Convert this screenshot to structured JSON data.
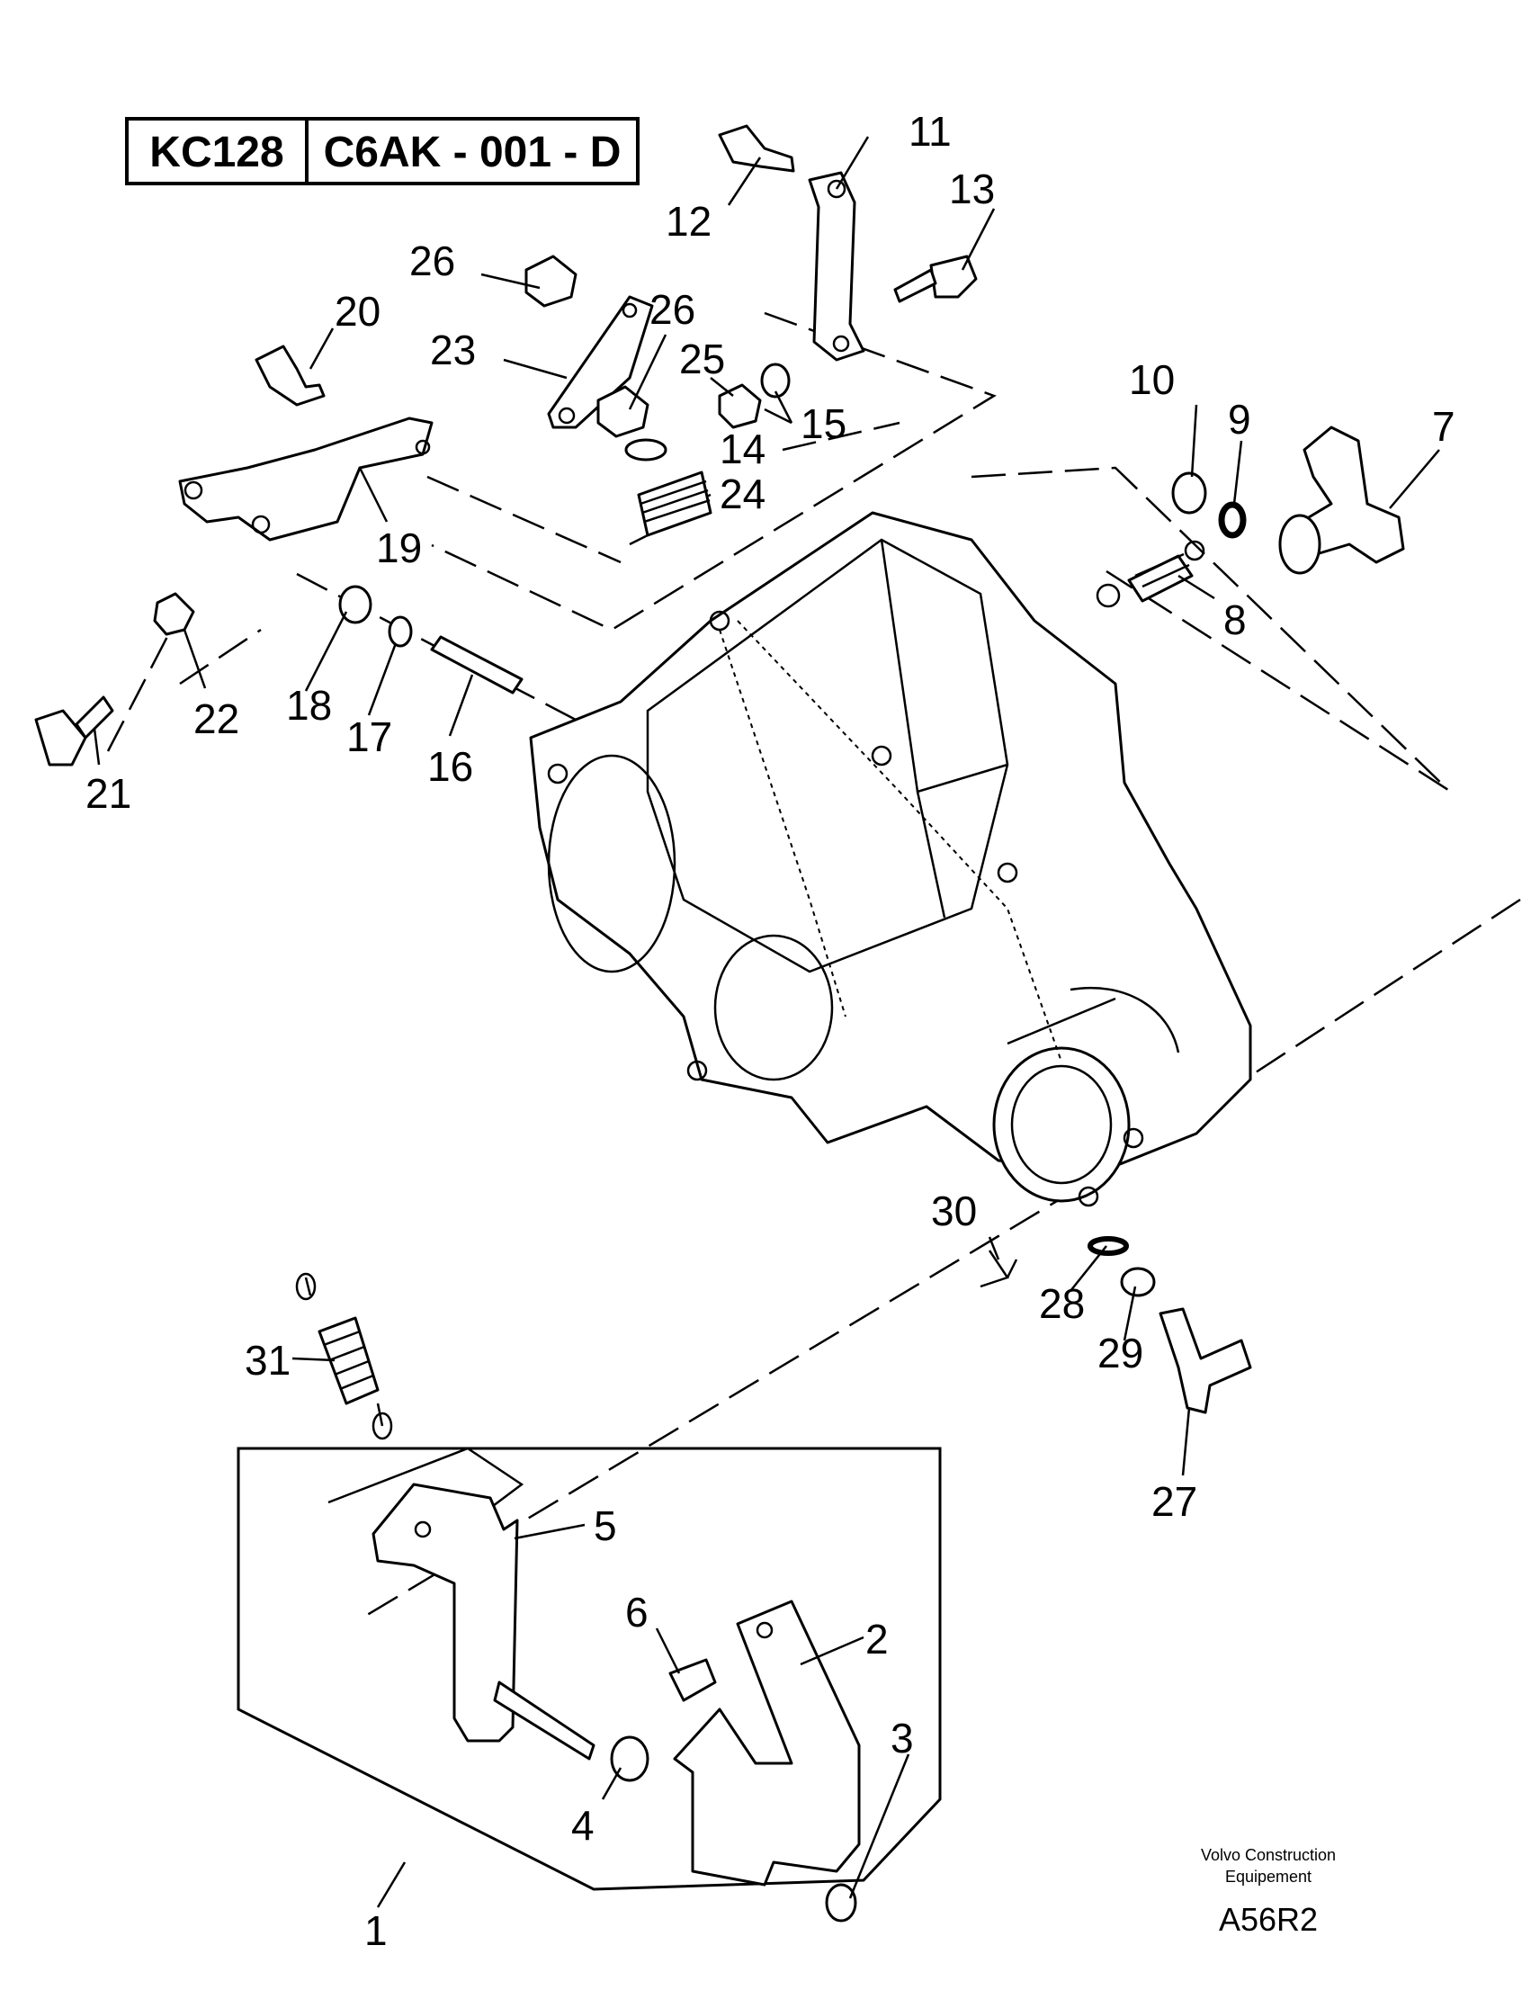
{
  "reference_box": {
    "code": "KC128",
    "drawing": "C6AK - 001 - D"
  },
  "footer": {
    "brand_line1": "Volvo Construction",
    "brand_line2": "Equipement",
    "drawing_code": "A56R2"
  },
  "parts": {
    "p1": "1",
    "p2": "2",
    "p3": "3",
    "p4": "4",
    "p5": "5",
    "p6": "6",
    "p7": "7",
    "p8": "8",
    "p9": "9",
    "p10": "10",
    "p11": "11",
    "p12": "12",
    "p13": "13",
    "p14": "14",
    "p15": "15",
    "p16": "16",
    "p17": "17",
    "p18": "18",
    "p19": "19",
    "p20": "20",
    "p21": "21",
    "p22": "22",
    "p23": "23",
    "p24": "24",
    "p25": "25",
    "p26a": "26",
    "p26b": "26",
    "p27": "27",
    "p28": "28",
    "p29": "29",
    "p30": "30",
    "p31": "31"
  }
}
